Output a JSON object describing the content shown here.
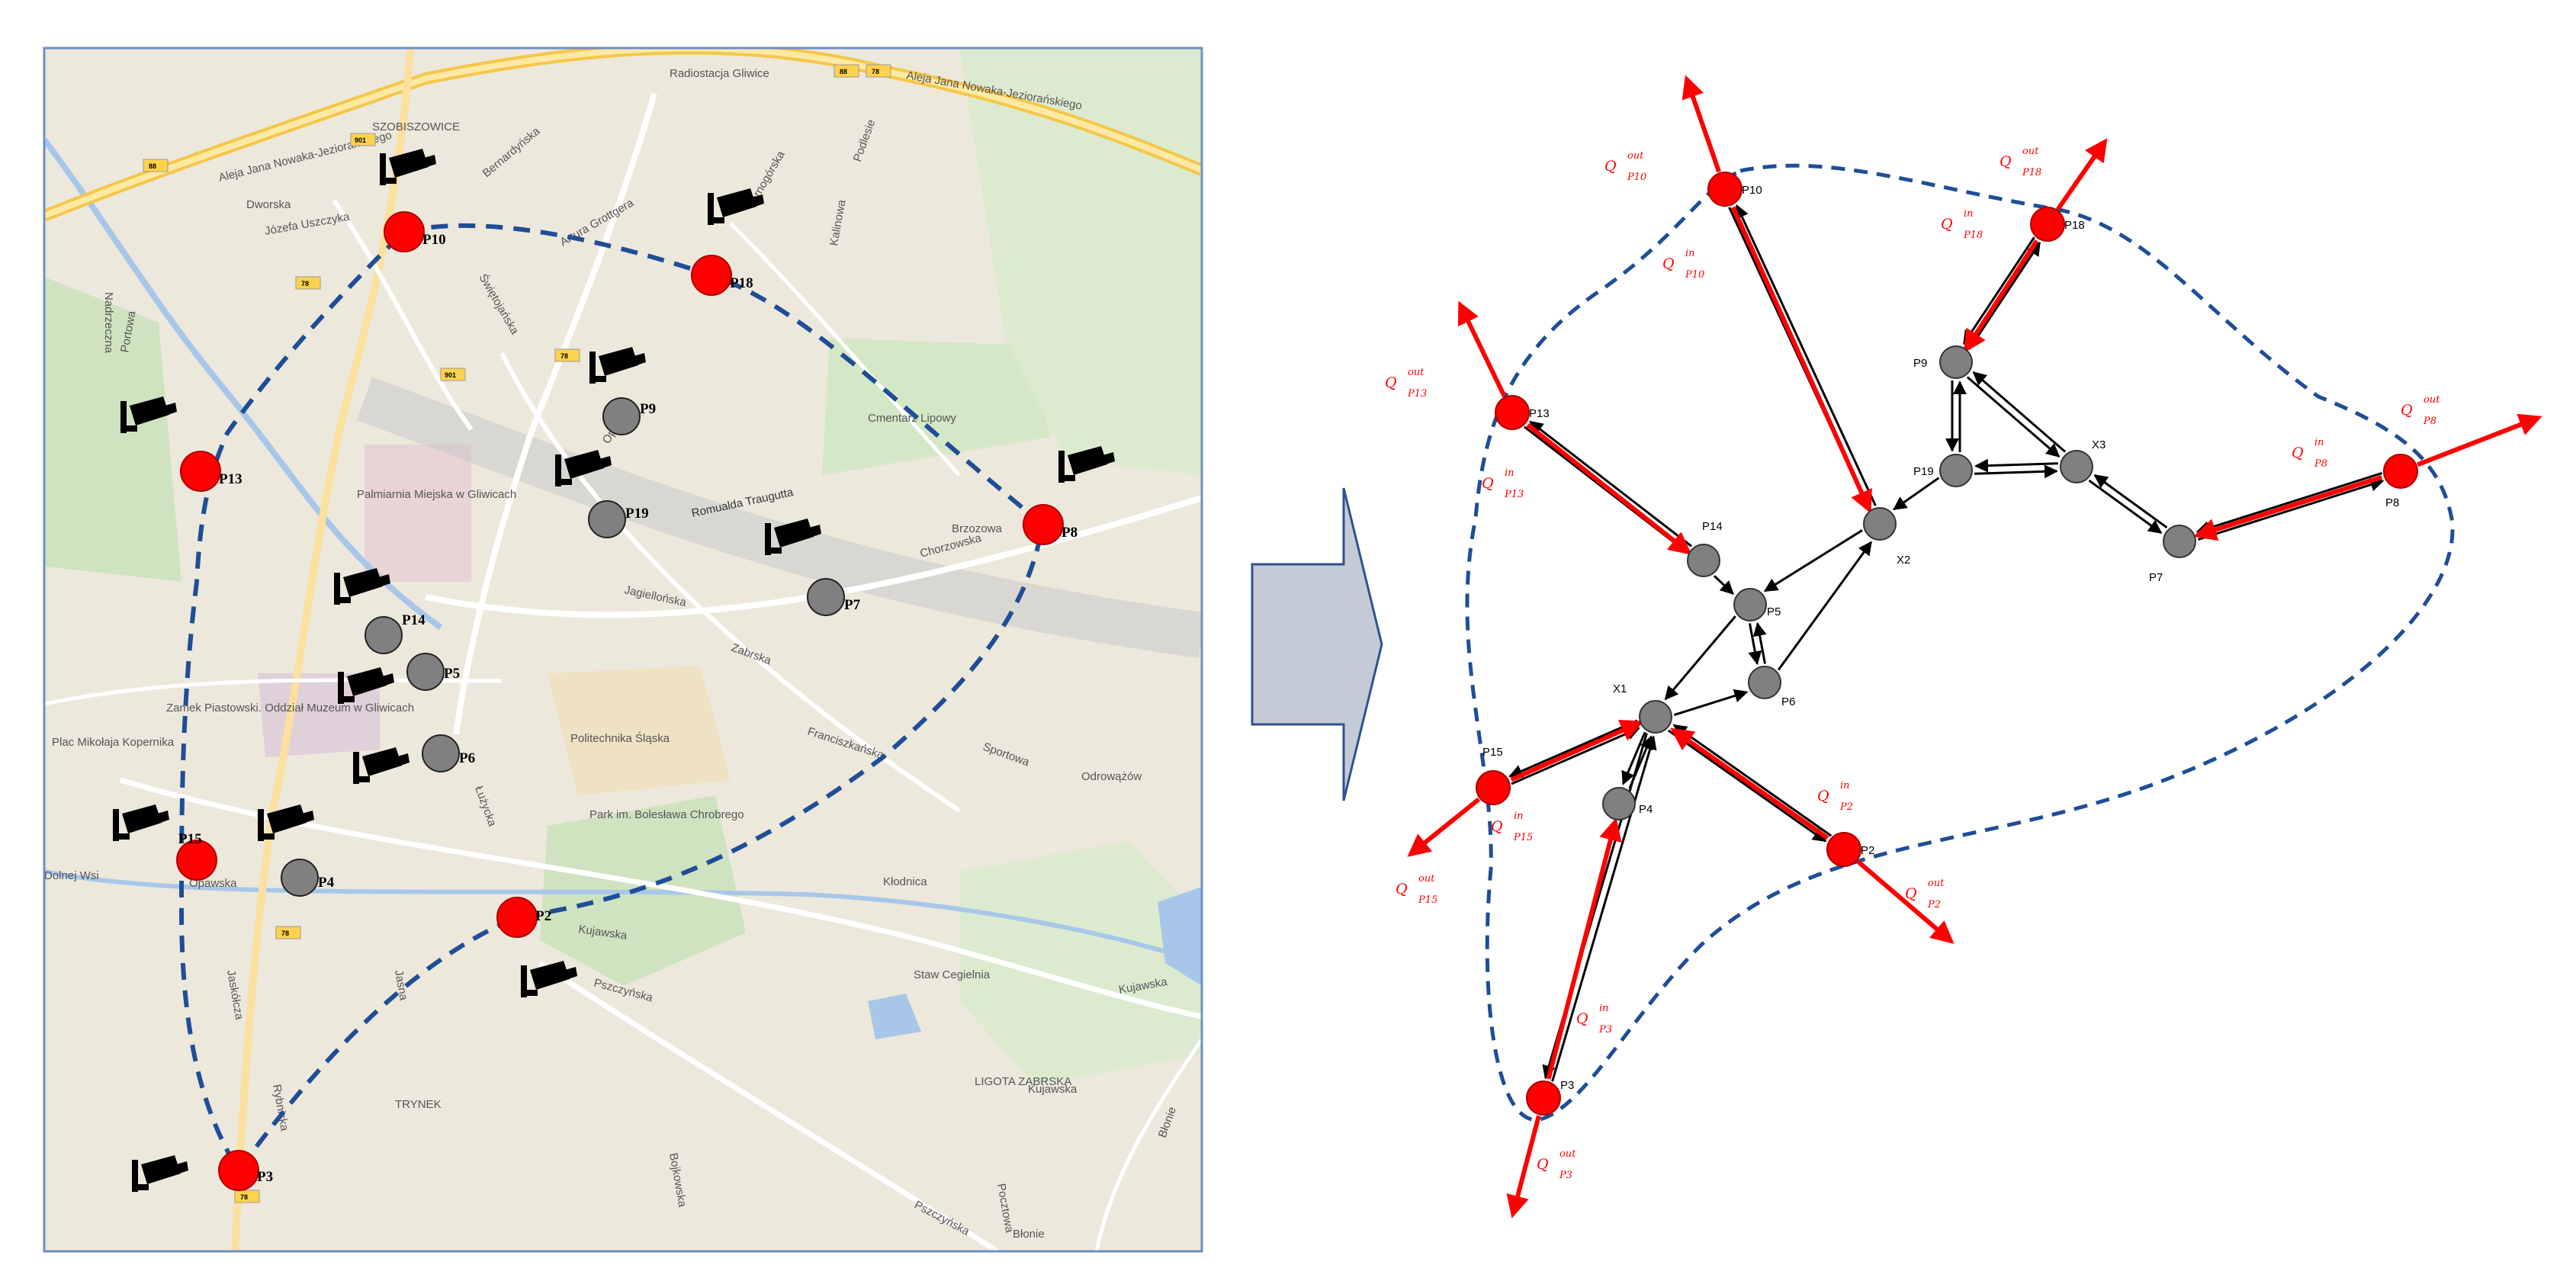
{
  "colors": {
    "measured_node": "#ff0000",
    "internal_node": "#808080",
    "boundary_line": "#1f4e96",
    "flow_arrow": "#ff0000",
    "link_arrow": "#000000",
    "transition_arrow": "#c5cbd6"
  },
  "map": {
    "street_labels": [
      "Aleja Jana Nowaka-Jeziorańskiego",
      "Aleja Jana Nowaka-Jeziorańskiego",
      "Radiostacja Gliwice",
      "SZOBISZOWICE",
      "Dworska",
      "Józefa Uszczyka",
      "Bernardyńska",
      "Świętojańska",
      "Artura Grottgera",
      "Tarnogórska",
      "Podlesie",
      "Kalinowa",
      "Portowa",
      "Nadrzeczna",
      "Opolska",
      "Cmentarz Lipowy",
      "Palmiarnia Miejska w Gliwicach",
      "Romualda Traugutta",
      "Brzozowa",
      "Chorzowska",
      "Jagiellońska",
      "Zabrska",
      "Zamek Piastowski. Oddział Muzeum w Gliwicach",
      "Plac Mikołaja Kopernika",
      "Politechnika Śląska",
      "Franciszkańska",
      "Sportowa",
      "Odrowążów",
      "Łużycka",
      "Park im. Bolesława Chrobrego",
      "Opawska",
      "Kłodnica",
      "Jasna",
      "Kujawska",
      "Kujawska",
      "Kujawska",
      "Pszczyńska",
      "Pszczyńska",
      "Rybnicka",
      "Jaskółcza",
      "Staw Cegielnia",
      "LIGOTA ZABRSKA",
      "TRYNEK",
      "Bojkowska",
      "Błonie",
      "Błonie",
      "Dolnej Wsi",
      "Pocztowa"
    ],
    "road_shields": [
      "88",
      "78",
      "88",
      "901",
      "78",
      "901",
      "78",
      "78",
      "78"
    ],
    "points": [
      {
        "id": "P10",
        "kind": "measured",
        "camera": true
      },
      {
        "id": "P18",
        "kind": "measured",
        "camera": true
      },
      {
        "id": "P13",
        "kind": "measured",
        "camera": true
      },
      {
        "id": "P8",
        "kind": "measured",
        "camera": true
      },
      {
        "id": "P15",
        "kind": "measured",
        "camera": true
      },
      {
        "id": "P2",
        "kind": "measured",
        "camera": true
      },
      {
        "id": "P3",
        "kind": "measured",
        "camera": true
      },
      {
        "id": "P9",
        "kind": "internal",
        "camera": true
      },
      {
        "id": "P19",
        "kind": "internal",
        "camera": true
      },
      {
        "id": "P7",
        "kind": "internal",
        "camera": true
      },
      {
        "id": "P14",
        "kind": "internal",
        "camera": true
      },
      {
        "id": "P5",
        "kind": "internal",
        "camera": true
      },
      {
        "id": "P6",
        "kind": "internal",
        "camera": true
      },
      {
        "id": "P4",
        "kind": "internal",
        "camera": true
      }
    ]
  },
  "graph": {
    "nodes": [
      {
        "id": "P10",
        "kind": "measured"
      },
      {
        "id": "P18",
        "kind": "measured"
      },
      {
        "id": "P13",
        "kind": "measured"
      },
      {
        "id": "P8",
        "kind": "measured"
      },
      {
        "id": "P15",
        "kind": "measured"
      },
      {
        "id": "P2",
        "kind": "measured"
      },
      {
        "id": "P3",
        "kind": "measured"
      },
      {
        "id": "P9",
        "kind": "internal"
      },
      {
        "id": "P19",
        "kind": "internal"
      },
      {
        "id": "X3",
        "kind": "internal"
      },
      {
        "id": "P7",
        "kind": "internal"
      },
      {
        "id": "X2",
        "kind": "internal"
      },
      {
        "id": "P14",
        "kind": "internal"
      },
      {
        "id": "P5",
        "kind": "internal"
      },
      {
        "id": "P6",
        "kind": "internal"
      },
      {
        "id": "X1",
        "kind": "internal"
      },
      {
        "id": "P4",
        "kind": "internal"
      }
    ],
    "flows": [
      {
        "node": "P10",
        "in": "P10",
        "out": "P10"
      },
      {
        "node": "P18",
        "in": "P18",
        "out": "P18"
      },
      {
        "node": "P13",
        "in": "P13",
        "out": "P13"
      },
      {
        "node": "P8",
        "in": "P8",
        "out": "P8"
      },
      {
        "node": "P15",
        "in": "P15",
        "out": "P15"
      },
      {
        "node": "P2",
        "in": "P2",
        "out": "P2"
      },
      {
        "node": "P3",
        "in": "P3",
        "out": "P3"
      }
    ],
    "q_symbol": "Q",
    "in_sup": "in",
    "out_sup": "out",
    "links": [
      [
        "P10",
        "X2"
      ],
      [
        "X2",
        "P10"
      ],
      [
        "P18",
        "P9"
      ],
      [
        "P9",
        "P18"
      ],
      [
        "P9",
        "P19"
      ],
      [
        "P19",
        "P9"
      ],
      [
        "P9",
        "X3"
      ],
      [
        "X3",
        "P9"
      ],
      [
        "P19",
        "X3"
      ],
      [
        "X3",
        "P19"
      ],
      [
        "X3",
        "P7"
      ],
      [
        "P7",
        "X3"
      ],
      [
        "P7",
        "P8"
      ],
      [
        "P8",
        "P7"
      ],
      [
        "P19",
        "X2"
      ],
      [
        "X2",
        "P5"
      ],
      [
        "P13",
        "P14"
      ],
      [
        "P14",
        "P13"
      ],
      [
        "P14",
        "P5"
      ],
      [
        "P5",
        "P6"
      ],
      [
        "P6",
        "P5"
      ],
      [
        "P6",
        "X2"
      ],
      [
        "P5",
        "X1"
      ],
      [
        "X1",
        "P6"
      ],
      [
        "X1",
        "P15"
      ],
      [
        "P15",
        "X1"
      ],
      [
        "X1",
        "P4"
      ],
      [
        "P4",
        "X1"
      ],
      [
        "X1",
        "P2"
      ],
      [
        "P2",
        "X1"
      ],
      [
        "P3",
        "X1"
      ],
      [
        "X1",
        "P3"
      ]
    ]
  }
}
